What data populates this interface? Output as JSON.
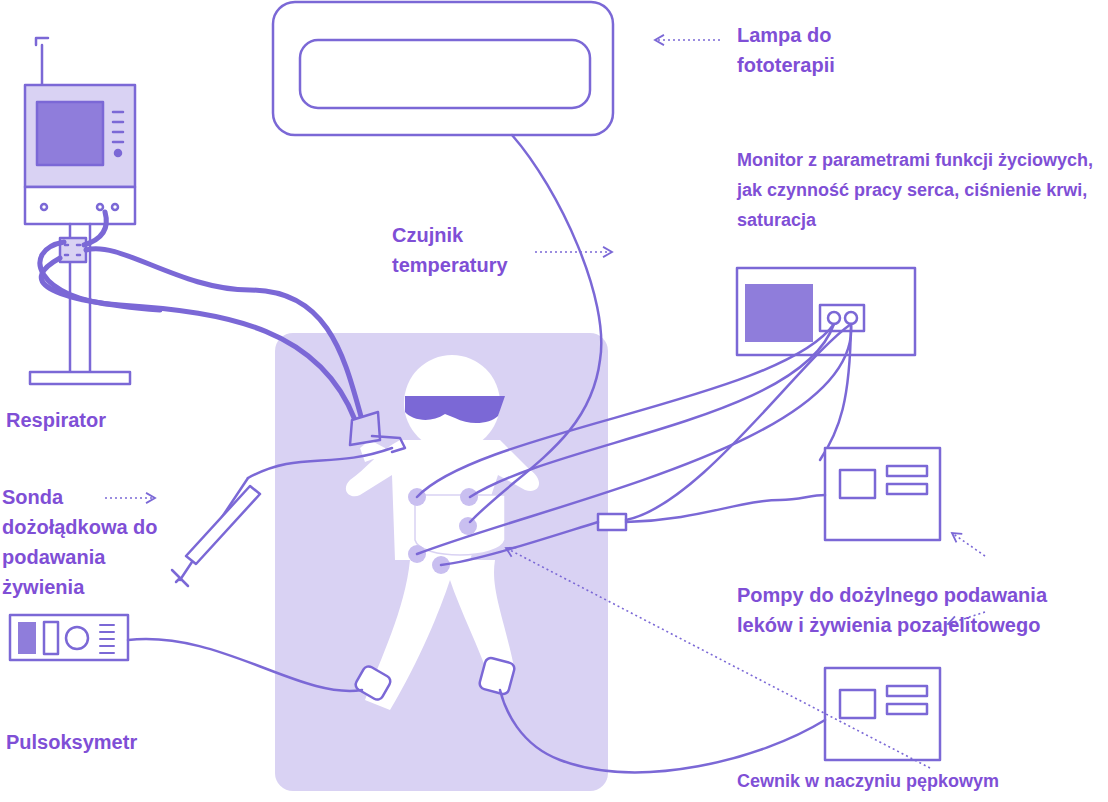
{
  "diagram": {
    "labels": [
      "Lampa do fototerapii",
      "Monitor z parametrami funkcji życiowych, jak czynność pracy serca, ciśnienie krwi, saturacja",
      "Czujnik temperatury",
      "Respirator",
      "Sonda dożołądkowa do podawania żywienia",
      "Pompy do dożylnego podawania leków i żywienia pozajelitowego",
      "Pulsoksymetr",
      "Cewnik w naczyniu pępkowym"
    ]
  }
}
